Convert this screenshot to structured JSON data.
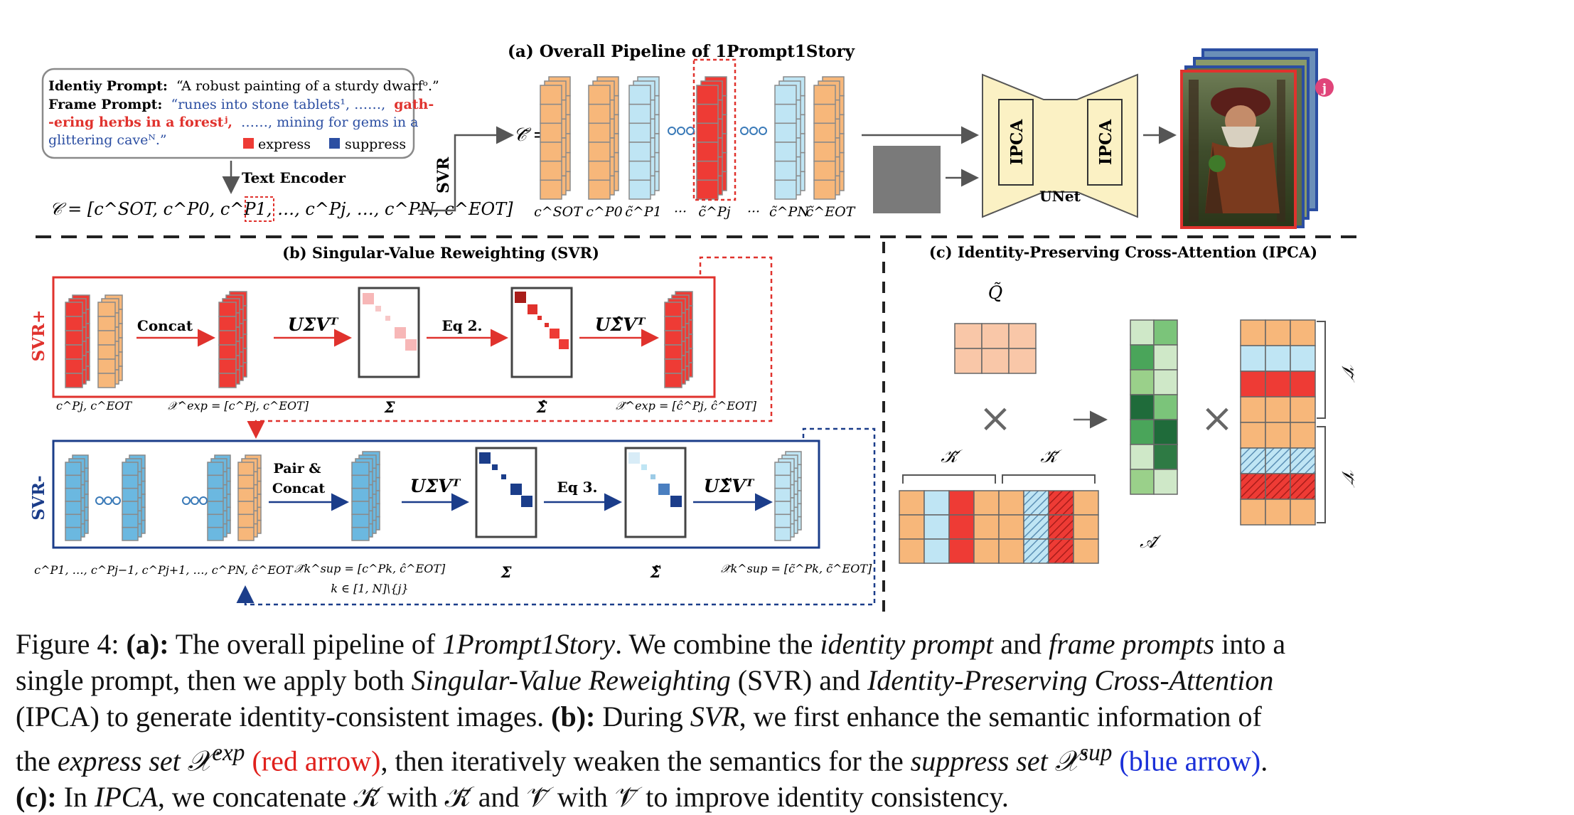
{
  "panel_a": {
    "title": "(a) Overall Pipeline of 1Prompt1Story",
    "identity_label": "Identiy Prompt:",
    "identity_text": "“A robust painting of a sturdy dwarfᵒ.”",
    "frame_label": "Frame Prompt:",
    "frame_line1": "“runes into stone tablets¹, ……,",
    "frame_red1": "gath-",
    "frame_red2": "-ering herbs in a forestʲ,",
    "frame_line2b": "……,  mining for gems in a",
    "frame_line3": "glittering caveᴺ.”",
    "legend_express": "express",
    "legend_suppress": "suppress",
    "text_encoder": "Text Encoder",
    "svr_side": "SVR",
    "c_formula": "𝒞 = [c^SOT, c^P0, c^P1, …, c^Pj, …, c^PN, c^EOT]",
    "ctilde": "𝒞̃ =",
    "col_labels": [
      "c^SOT",
      "c^P0",
      "c̃^P1",
      "···",
      "c̃^Pj",
      "···",
      "c̃^PN",
      "c̃^EOT"
    ],
    "ipca1": "IPCA",
    "ipca2": "IPCA",
    "unet": "UNet",
    "badge": "j"
  },
  "panel_b": {
    "title": "(b) Singular-Value Reweighting (SVR)",
    "svr_plus": "SVR+",
    "svr_minus": "SVR-",
    "concat": "Concat",
    "usv": "UΣVᵀ",
    "eq2": "Eq 2.",
    "usv_hat": "UΣ̂Vᵀ",
    "pair": "Pair &",
    "concat2": "Concat",
    "eq3": "Eq 3.",
    "usv_tilde": "UΣ̃Vᵀ",
    "lbl_r1": "c^Pj, c^EOT",
    "lbl_r2": "𝒳^exp = [c^Pj, c^EOT]",
    "lbl_r3": "Σ",
    "lbl_r4": "Σ̂",
    "lbl_r5": "𝒳̂^exp = [ĉ^Pj, ĉ^EOT]",
    "lbl_b1": "c^P1, …, c^Pj−1, c^Pj+1, …, c^PN, ĉ^EOT",
    "lbl_b2": "𝒳̂k^sup = [c^Pk, ĉ^EOT]",
    "lbl_b2b": "k ∈ [1, N]\\{j}",
    "lbl_b3": "Σ",
    "lbl_b4": "Σ̃",
    "lbl_b5": "𝒳̃k^sup = [c̃^Pk, c̃^EOT]"
  },
  "panel_c": {
    "title": "(c) Identity-Preserving Cross-Attention (IPCA)",
    "q_label": "Q̃",
    "k_tilde": "𝒦̃",
    "k_bar": "𝒦̄",
    "a_label": "𝒜̃",
    "v_tilde": "𝒱̃",
    "v_bar": "𝒱̄"
  },
  "caption": {
    "l1_a": "Figure 4: ",
    "l1_b": "(a):",
    "l1_c": " The overall pipeline of ",
    "l1_d": "1Prompt1Story",
    "l1_e": ". We combine the ",
    "l1_f": "identity prompt",
    "l1_g": " and ",
    "l1_h": "frame prompts",
    "l1_i": " into a",
    "l2_a": "single prompt, then we apply both ",
    "l2_b": "Singular-Value Reweighting",
    "l2_c": " (SVR) and ",
    "l2_d": "Identity-Preserving Cross-Attention",
    "l3_a": "(IPCA) to generate identity-consistent images. ",
    "l3_b": "(b):",
    "l3_c": " During ",
    "l3_d": "SVR",
    "l3_e": ", we first enhance the semantic information of",
    "l4_a": "the ",
    "l4_b": "express set 𝒳",
    "l4_c": "exp",
    "l4_d": "(red arrow)",
    "l4_e": ", then iteratively weaken the semantics for the ",
    "l4_f": "suppress set 𝒳",
    "l4_g": "sup",
    "l4_h": "(blue arrow)",
    "l4_i": ".",
    "l5_a": "(c):",
    "l5_b": " In ",
    "l5_c": "IPCA",
    "l5_d": ", we concatenate 𝒦̃ with 𝒦̄ and 𝒱̃ with 𝒱̄ to improve identity consistency."
  },
  "colors": {
    "orange": "#f7b77a",
    "light_blue": "#bfe5f4",
    "red": "#ee3b35",
    "blue": "#2b4ea2",
    "navy": "#1b3d8a",
    "red_frame": "#e0322d",
    "unet": "#fbf1c4"
  }
}
